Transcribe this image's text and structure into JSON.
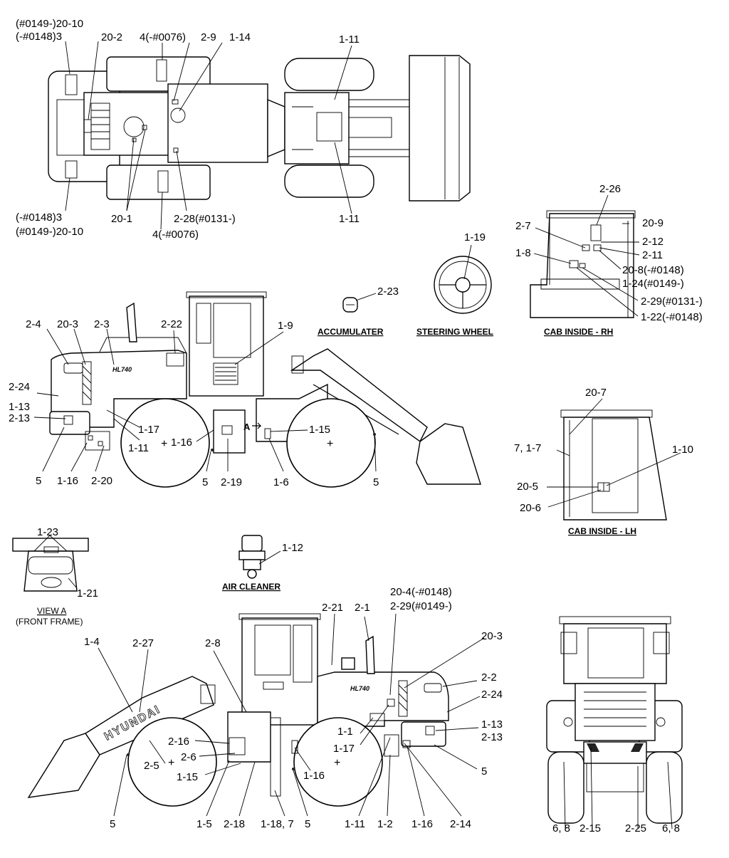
{
  "captions": {
    "accumulater": "ACCUMULATER",
    "steering_wheel": "STEERING WHEEL",
    "cab_inside_rh": "CAB INSIDE - RH",
    "cab_inside_lh": "CAB INSIDE - LH",
    "view_a": "VIEW A",
    "front_frame": "(FRONT FRAME)",
    "air_cleaner": "AIR CLEANER",
    "view_a_marker": "A"
  },
  "decals": {
    "model_badge_left": "HL740",
    "model_badge_right": "HL740",
    "brand_boom": "HYUNDAI"
  },
  "callouts": {
    "top_a": "(#0149-)20-10",
    "top_b": "(-#0148)3",
    "top_c": "20-2",
    "top_d": "4(-#0076)",
    "top_e": "2-9",
    "top_f": "1-14",
    "top_g": "1-11",
    "top_h": "(-#0148)3",
    "top_i": "(#0149-)20-10",
    "top_j": "20-1",
    "top_k": "2-28(#0131-)",
    "top_l": "4(-#0076)",
    "top_m": "1-11",
    "sw_a": "1-19",
    "acc_a": "2-23",
    "rh_a": "2-26",
    "rh_b": "2-7",
    "rh_c": "20-9",
    "rh_d": "2-12",
    "rh_e": "1-8",
    "rh_f": "2-11",
    "rh_g": "20-8(-#0148)",
    "rh_h": "1-24(#0149-)",
    "rh_i": "2-29(#0131-)",
    "rh_j": "1-22(-#0148)",
    "ls_a": "2-4",
    "ls_b": "20-3",
    "ls_c": "2-3",
    "ls_d": "2-22",
    "ls_e": "1-9",
    "ls_f": "2-24",
    "ls_g": "1-13",
    "ls_h": "2-13",
    "ls_i": "1-17",
    "ls_j": "1-11",
    "ls_k": "1-16",
    "ls_l": "1-15",
    "ls_m": "5",
    "ls_n": "1-16",
    "ls_o": "2-20",
    "ls_p": "5",
    "ls_q": "2-19",
    "ls_r": "1-6",
    "ls_s": "5",
    "lh_a": "20-7",
    "lh_b": "7, 1-7",
    "lh_c": "1-10",
    "lh_d": "20-5",
    "lh_e": "20-6",
    "va_a": "1-23",
    "va_b": "1-21",
    "ac_a": "1-12",
    "rs_a": "20-4(-#0148)",
    "rs_b": "2-29(#0149-)",
    "rs_c": "2-21",
    "rs_d": "2-1",
    "rs_e": "20-3",
    "rs_f": "1-4",
    "rs_g": "2-27",
    "rs_h": "2-8",
    "rs_i": "2-2",
    "rs_j": "2-24",
    "rs_k": "1-13",
    "rs_l": "2-13",
    "rs_m": "1-1",
    "rs_n": "1-17",
    "rs_o": "2-16",
    "rs_p": "2-6",
    "rs_q": "2-5",
    "rs_r": "1-15",
    "rs_s": "1-16",
    "rs_t": "5",
    "rs_u": "5",
    "rs_v": "1-5",
    "rs_w": "2-18",
    "rs_x": "1-18, 7",
    "rs_y": "5",
    "rs_z": "1-11",
    "rs_aa": "1-2",
    "rs_ab": "1-16",
    "rs_ac": "2-14",
    "rr_a": "6, 8",
    "rr_b": "2-15",
    "rr_c": "2-25",
    "rr_d": "6, 8"
  }
}
